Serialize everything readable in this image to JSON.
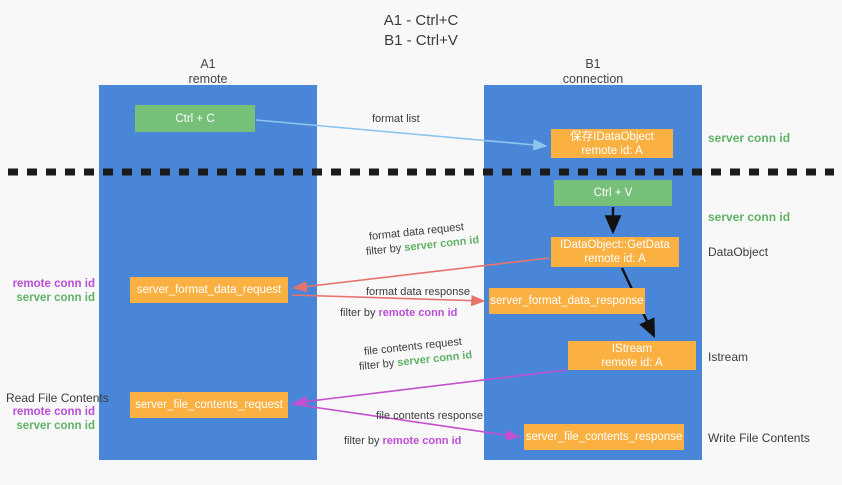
{
  "title": {
    "line1": "A1 - Ctrl+C",
    "line2": "B1 - Ctrl+V"
  },
  "columns": [
    {
      "name": "A1",
      "sub": "remote"
    },
    {
      "name": "B1",
      "sub": "connection"
    }
  ],
  "nodes": {
    "ctrl_c": {
      "label": "Ctrl + C",
      "color": "#76c07a"
    },
    "idataobject": {
      "line1": "保存IDataObject",
      "line2": "remote id: A",
      "color": "#fbb042"
    },
    "ctrl_v": {
      "label": "Ctrl + V",
      "color": "#76c07a"
    },
    "getdata": {
      "line1": "IDataObject::GetData",
      "line2": "remote id: A",
      "color": "#fbb042"
    },
    "server_format_data_request": {
      "label": "server_format_data_request",
      "color": "#fbb042"
    },
    "server_format_data_response": {
      "label": "server_format_data_response",
      "color": "#fbb042"
    },
    "istream": {
      "line1": "IStream",
      "line2": "remote id: A",
      "color": "#fbb042"
    },
    "server_file_contents_request": {
      "label": "server_file_contents_request",
      "color": "#fbb042"
    },
    "server_file_contents_response": {
      "label": "server_file_contents_response",
      "color": "#fbb042"
    }
  },
  "edges": {
    "format_list": "format list",
    "format_data_request": "format data request",
    "format_data_request_filter_prefix": "filter by ",
    "format_data_request_filter_key": "server conn id",
    "format_data_response": "format data response",
    "format_data_response_filter_prefix": "filter by ",
    "format_data_response_filter_key": "remote conn id",
    "file_contents_request": "file contents request",
    "file_contents_request_filter_prefix": "filter by ",
    "file_contents_request_filter_key": "server conn id",
    "file_contents_response": "file contents response",
    "file_contents_response_filter_prefix": "filter by ",
    "file_contents_response_filter_key": "remote conn id"
  },
  "side_labels": {
    "server_conn_id_1": "server conn id",
    "server_conn_id_2": "server conn id",
    "dataobject": "DataObject",
    "istream": "Istream",
    "write_file_contents": "Write File Contents"
  },
  "left_labels": {
    "group1_remote": "remote conn id",
    "group1_server": "server conn id",
    "read_file_contents": "Read File Contents",
    "group2_remote": "remote conn id",
    "group2_server": "server conn id"
  },
  "colors": {
    "column_blue": "#4a86d8",
    "node_green": "#76c07a",
    "node_orange": "#fbb042",
    "green_text": "#5fb265",
    "purple_text": "#bb4dd6",
    "arrow_lightblue": "#8dc6ec",
    "arrow_red": "#e8736c",
    "arrow_magenta": "#c44fd0",
    "arrow_black": "#111111",
    "background": "#f8f8f8"
  }
}
